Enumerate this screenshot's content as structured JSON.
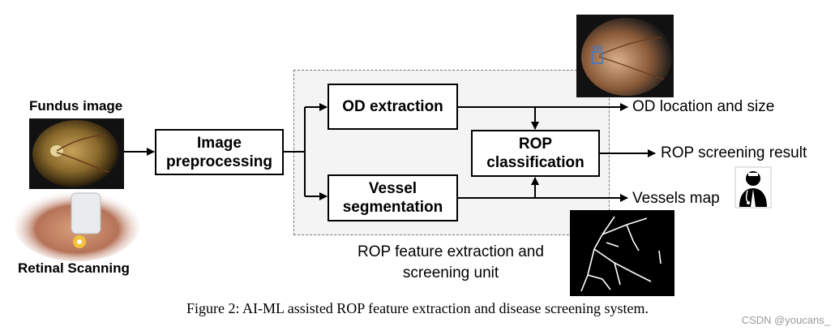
{
  "inputs": {
    "fundus_label": "Fundus image",
    "scan_label": "Retinal Scanning"
  },
  "boxes": {
    "preprocess": "Image preprocessing",
    "od": "OD extraction",
    "vessel": "Vessel segmentation",
    "rop": "ROP classification"
  },
  "outputs": {
    "od": "OD location and size",
    "rop": "ROP screening result",
    "vessels": "Vessels map"
  },
  "od_tag": "OD",
  "unit_label": "ROP feature extraction and screening unit",
  "caption": "Figure 2: AI-ML assisted ROP feature extraction and disease screening system.",
  "watermark": "CSDN @youcans_"
}
